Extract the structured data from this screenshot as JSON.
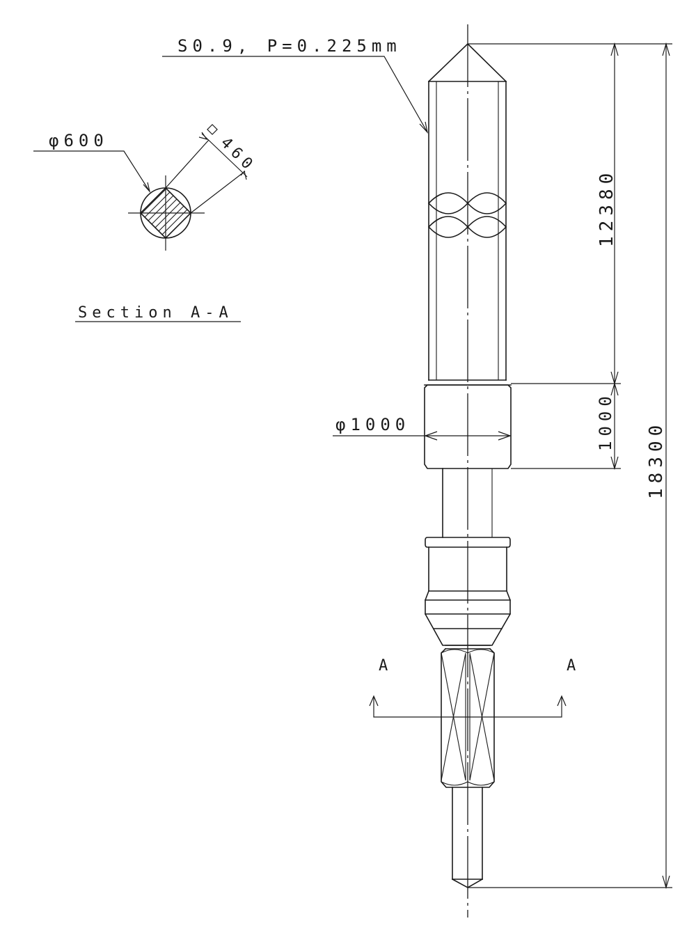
{
  "drawing": {
    "thread_note": "S0.9, P=0.225mm",
    "section_view": {
      "outer_diameter_label": "φ600",
      "square_size_label": "◇460",
      "title": "Section A-A"
    },
    "dimensions": {
      "upper_length": "12380",
      "collar_length": "1000",
      "total_length": "18300",
      "collar_diameter": "φ1000"
    },
    "section_markers": {
      "left": "A",
      "right": "A"
    }
  }
}
